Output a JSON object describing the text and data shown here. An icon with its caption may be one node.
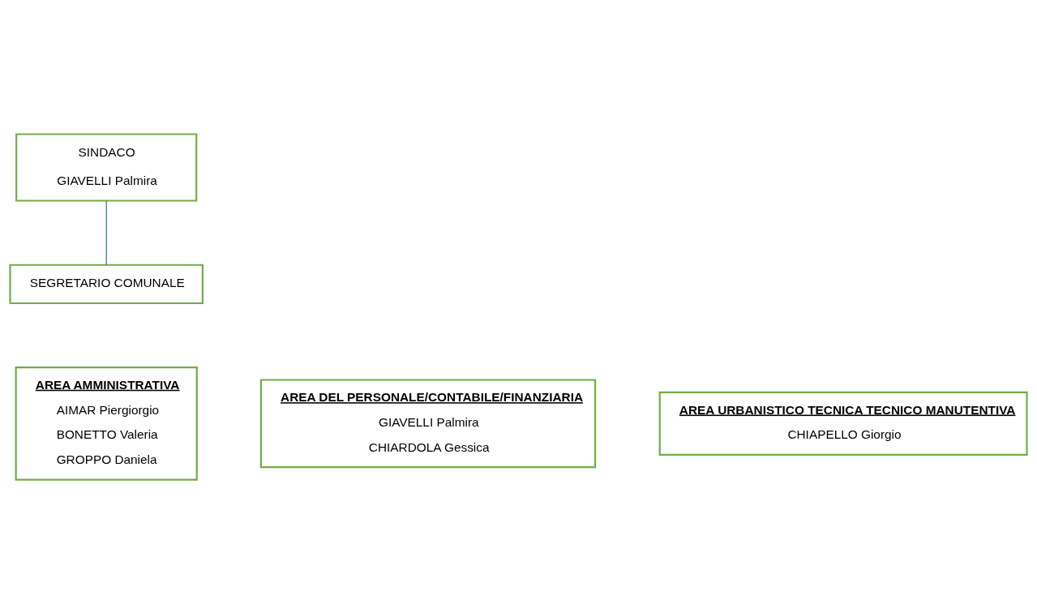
{
  "diagram": {
    "nodes": [
      {
        "text": [
          "SINDACO",
          "GIAVELLI Palmira"
        ]
      },
      {
        "text": [
          "SEGRETARIO COMUNALE"
        ]
      },
      {
        "text": [
          "AREA AMMINISTRATIVA",
          "AIMAR Piergiorgio",
          "BONETTO Valeria",
          "GROPPO Daniela"
        ]
      },
      {
        "text": [
          "AREA DEL PERSONALE/CONTABILE/FINANZIARIA",
          "GIAVELLI Palmira",
          "CHIARDOLA Gessica"
        ]
      },
      {
        "text": [
          "AREA URBANISTICO TECNICA TECNICO MANUTENTIVA",
          "CHIAPELLO Giorgio"
        ]
      }
    ],
    "edges": [
      {
        "from": 0,
        "to": 1,
        "arrow": "none"
      }
    ]
  }
}
